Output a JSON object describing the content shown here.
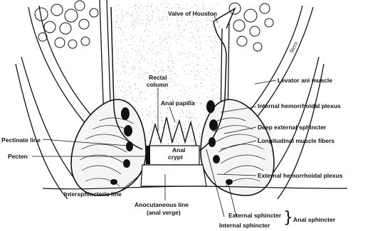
{
  "labels": {
    "valve_of_houston": "Valve of Houston",
    "rectal_column_line1": "Rectal",
    "rectal_column_line2": "column",
    "levator_ani_muscle": "Levator ani muscle",
    "anal_papilla": "Anal papilla",
    "internal_hemorrhoidal_plexus": "Internal hemorrhoidal plexus",
    "pectinate_line": "Pectinate line",
    "deep_external_sphincter": "Deep external sphincter",
    "anal_crypt_line1": "Anal",
    "anal_crypt_line2": "crypt",
    "pecten": "Pecten",
    "longitudinal_muscle_fibers": "Longitudinal muscle fibers",
    "external_hemorrhoidal_plexus": "External hemorrhoidal plexus",
    "intersphincteric_line": "Intersphincteric line",
    "anocutaneous_line_line1": "Anocutaneous line",
    "anocutaneous_line_line2": "(anal verge)",
    "external_sphincter": "External sphincter",
    "internal_sphincter": "Internal sphincter",
    "anal_sphincter": "Anal sphincter"
  },
  "signature": "Stern",
  "colors": {
    "ink": "#111111",
    "background": "#ffffff",
    "stipple": "#b8b8b8"
  }
}
